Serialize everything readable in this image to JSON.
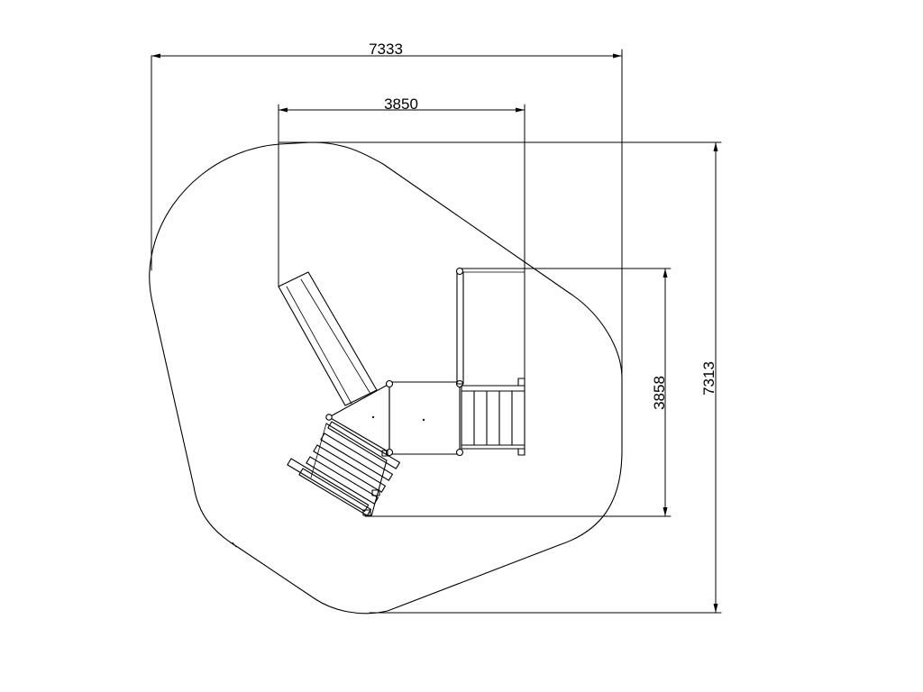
{
  "dimensions": {
    "overall_width": "7333",
    "structure_width": "3850",
    "structure_depth": "3858",
    "overall_depth": "7313"
  }
}
